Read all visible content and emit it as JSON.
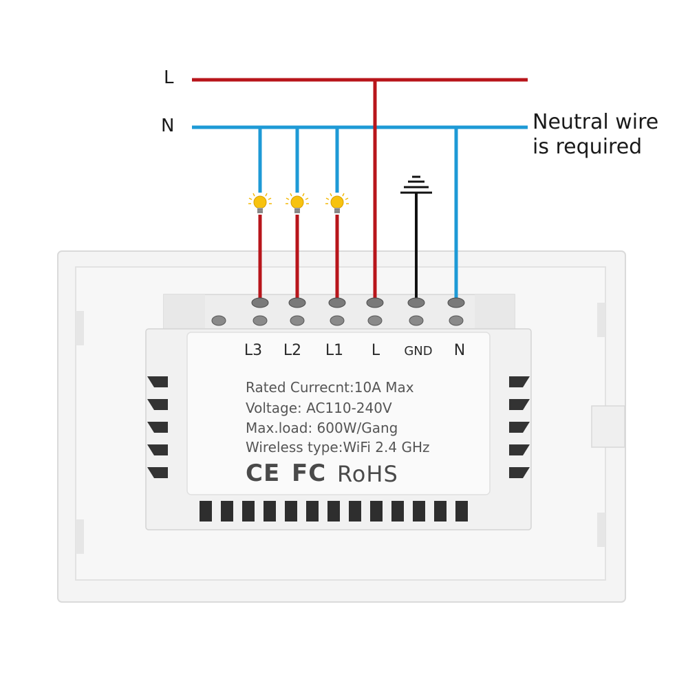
{
  "buses": {
    "line": {
      "label": "L",
      "color": "#b8151b"
    },
    "neutral": {
      "label": "N",
      "color": "#1e9ad6"
    }
  },
  "note": {
    "line1": "Neutral wire",
    "line2": "is required"
  },
  "terminals": [
    {
      "id": "l3",
      "label": "L3"
    },
    {
      "id": "l2",
      "label": "L2"
    },
    {
      "id": "l1",
      "label": "L1"
    },
    {
      "id": "l",
      "label": "L"
    },
    {
      "id": "gnd",
      "label": "GND"
    },
    {
      "id": "n",
      "label": "N"
    }
  ],
  "specs": [
    "Rated Currecnt:10A Max",
    "Voltage: AC110-240V",
    "Max.load: 600W/Gang",
    "Wireless type:WiFi 2.4 GHz"
  ],
  "certifications": {
    "ce": "CE",
    "fcc": "FC",
    "rohs": "RoHS"
  },
  "icons": {
    "bulb": "light-bulb-icon",
    "ground": "ground-symbol-icon"
  },
  "colors": {
    "ground_wire": "#111111",
    "bulb": "#f2b705",
    "housing": "#f2f2f2"
  }
}
